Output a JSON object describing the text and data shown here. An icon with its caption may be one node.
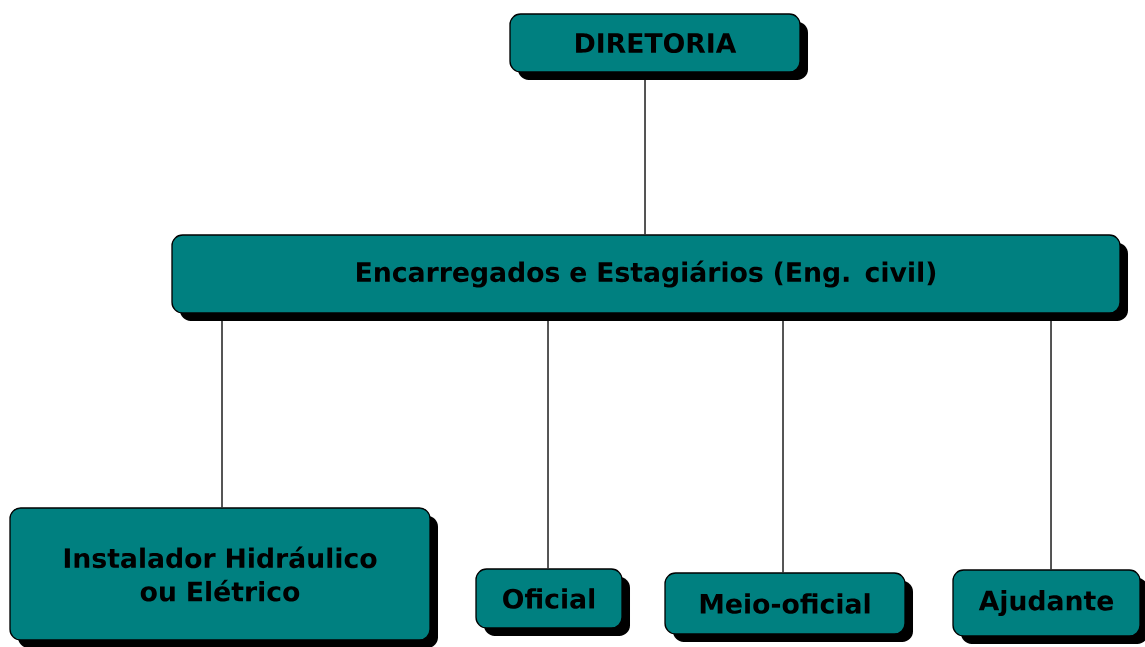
{
  "diagram": {
    "nodes": [
      {
        "text": [
          "DIRETORIA"
        ]
      },
      {
        "text": [
          "Encarregados e Estagiários (Eng. civil)"
        ]
      },
      {
        "text": [
          "Instalador Hidráulico ou Elétrico"
        ]
      },
      {
        "text": [
          "Oficial"
        ]
      },
      {
        "text": [
          "Meio-oficial"
        ]
      },
      {
        "text": [
          "Ajudante"
        ]
      }
    ],
    "edges": [
      {
        "from": 0,
        "to": 1,
        "arrow": "none"
      },
      {
        "from": 1,
        "to": 2,
        "arrow": "none"
      },
      {
        "from": 1,
        "to": 3,
        "arrow": "none"
      },
      {
        "from": 1,
        "to": 4,
        "arrow": "none"
      },
      {
        "from": 1,
        "to": 5,
        "arrow": "none"
      }
    ]
  }
}
